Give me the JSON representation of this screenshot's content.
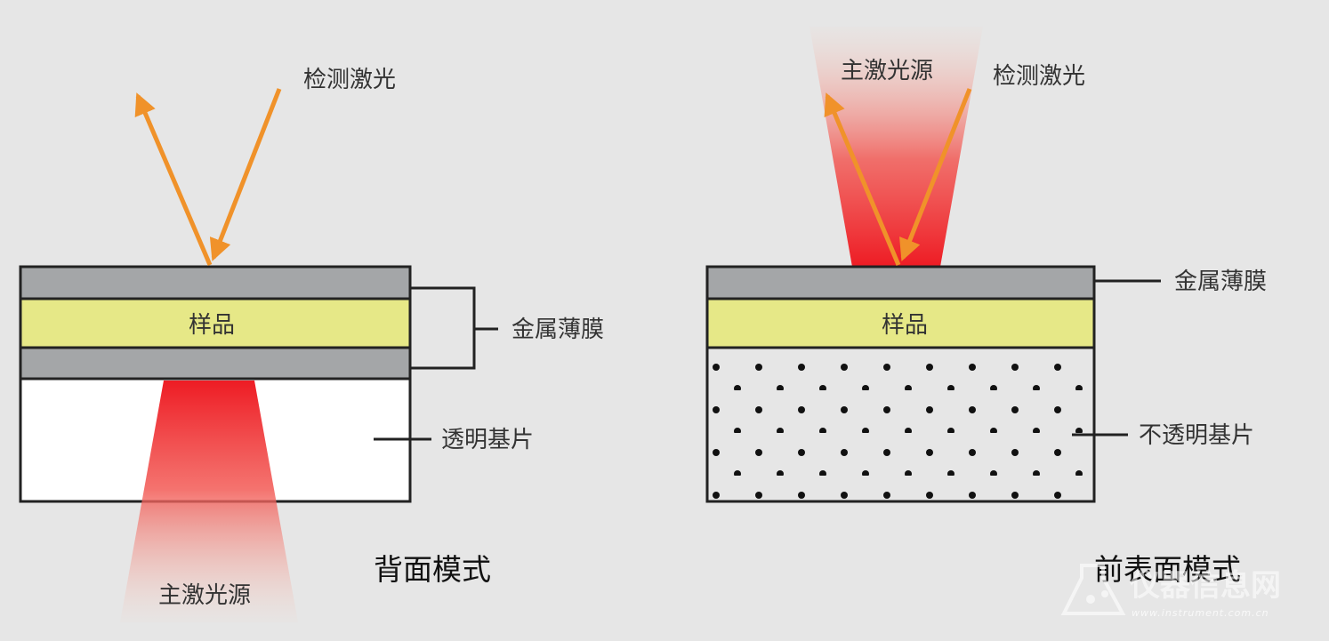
{
  "colors": {
    "background": "#e6e6e6",
    "metal_film": "#a4a6a8",
    "sample": "#e6e887",
    "laser_red": "#ee1c24",
    "arrow_orange": "#f0922a",
    "outline": "#222222"
  },
  "left": {
    "caption": "背面模式",
    "detect_laser": "检测激光",
    "sample": "样品",
    "metal_film": "金属薄膜",
    "substrate": "透明基片",
    "main_laser": "主激光源"
  },
  "right": {
    "caption": "前表面模式",
    "main_laser": "主激光源",
    "detect_laser": "检测激光",
    "metal_film": "金属薄膜",
    "sample": "样品",
    "substrate": "不透明基片"
  },
  "watermark": {
    "brand": "仪器信息网",
    "url": "www.instrument.com.cn",
    "icon": "flask-icon"
  }
}
